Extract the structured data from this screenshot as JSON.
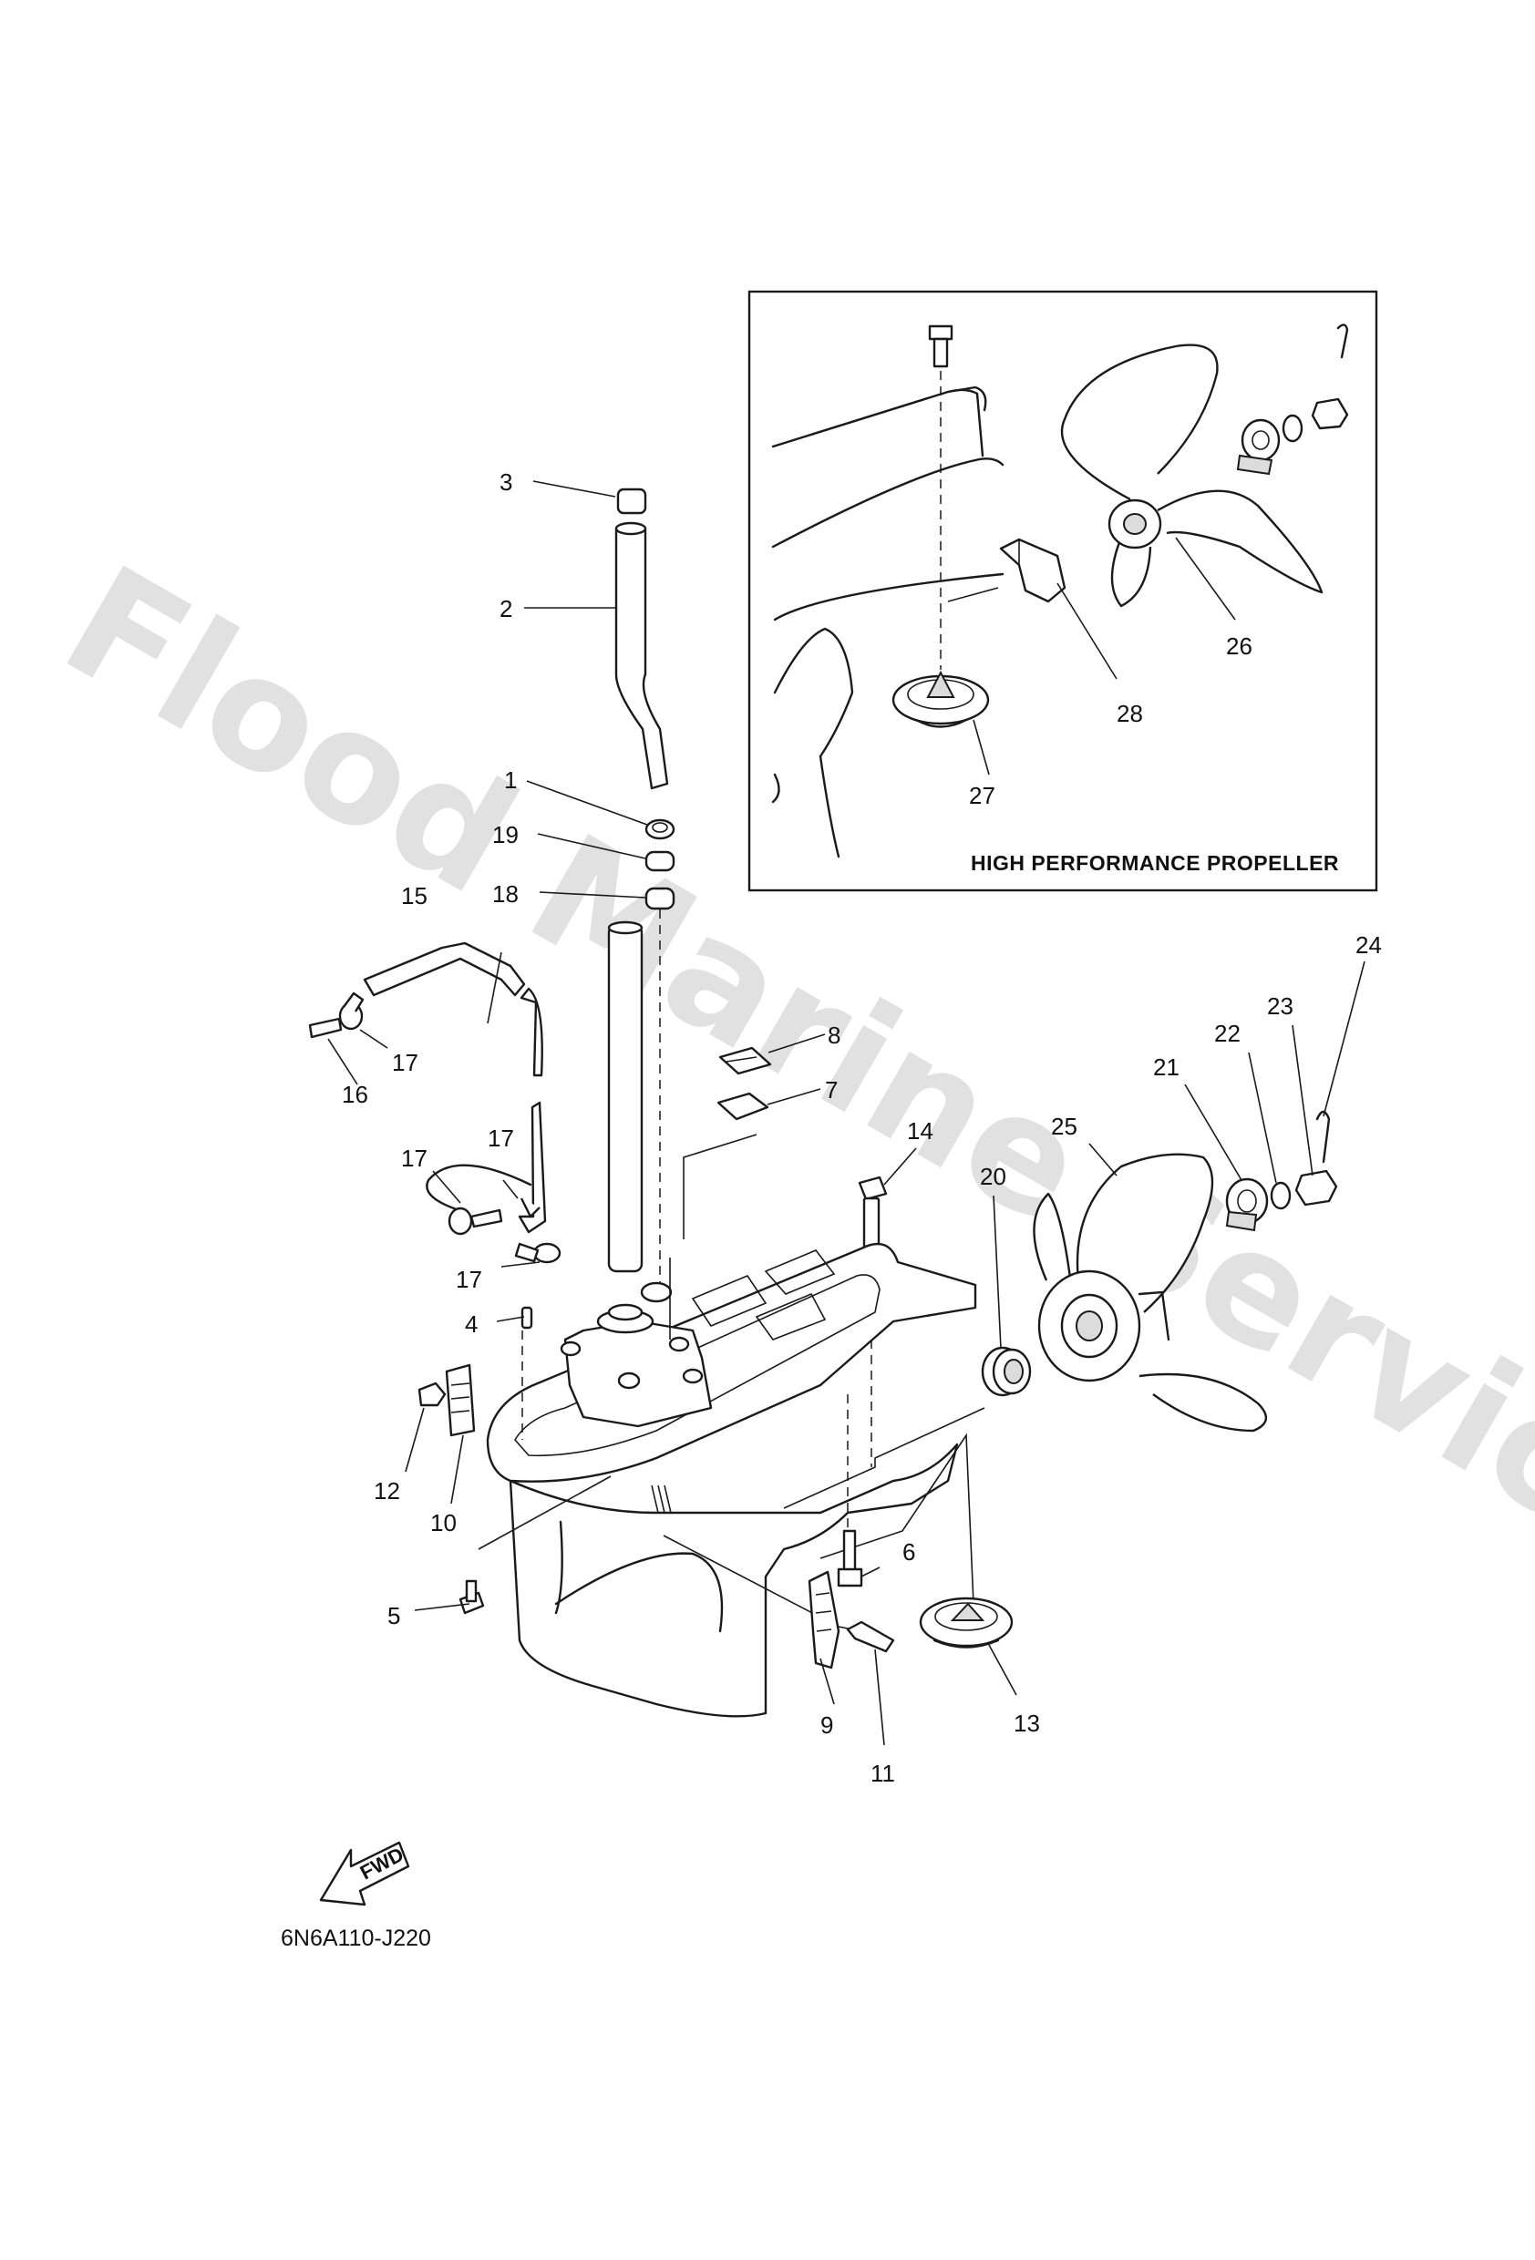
{
  "watermark": "Flood Marine Services",
  "inset": {
    "title": "HIGH PERFORMANCE PROPELLER"
  },
  "drawing_code": "6N6A110-J220",
  "direction_mark": "FWD",
  "callouts": {
    "c1": "1",
    "c2": "2",
    "c3": "3",
    "c4": "4",
    "c5": "5",
    "c6": "6",
    "c7": "7",
    "c8": "8",
    "c9": "9",
    "c10": "10",
    "c11": "11",
    "c12": "12",
    "c13": "13",
    "c14": "14",
    "c15": "15",
    "c16": "16",
    "c17a": "17",
    "c17b": "17",
    "c17c": "17",
    "c17d": "17",
    "c18": "18",
    "c19": "19",
    "c20": "20",
    "c21": "21",
    "c22": "22",
    "c23": "23",
    "c24": "24",
    "c25": "25",
    "c26": "26",
    "c27": "27",
    "c28": "28"
  }
}
